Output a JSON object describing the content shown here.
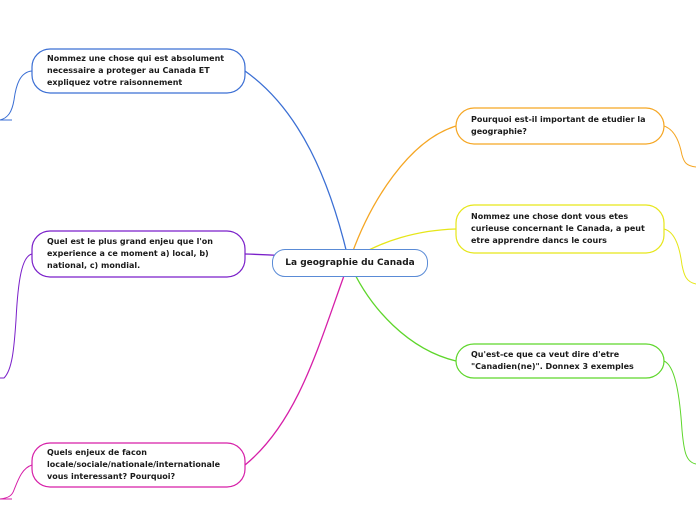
{
  "central": {
    "label": "La geographie du Canada",
    "color": "#5a8bd6"
  },
  "topics": [
    {
      "id": "proteger",
      "text": "Nommez une chose qui est absolument necessaire a proteger au Canada ET expliquez votre raisonnement",
      "color": "#3b6fd4"
    },
    {
      "id": "enjeu",
      "text": "Quel est le plus grand enjeu que l'on experience a ce moment a) local, b) national, c) mondial.",
      "color": "#7a1fc9"
    },
    {
      "id": "enjeux-facon",
      "text": "Quels enjeux de facon locale/sociale/nationale/internationale vous interessant? Pourquoi?",
      "color": "#d61fa8"
    },
    {
      "id": "pourquoi",
      "text": "Pourquoi est-il important de etudier la geographie?",
      "color": "#f5a623"
    },
    {
      "id": "curieuse",
      "text": "Nommez une chose dont vous etes curieuse concernant le Canada, a peut etre apprendre dancs le cours",
      "color": "#e6e619"
    },
    {
      "id": "canadien",
      "text": "Qu'est-ce que ca veut dire d'etre \"Canadien(ne)\". Donnex 3 exemples",
      "color": "#5ed62b"
    }
  ]
}
